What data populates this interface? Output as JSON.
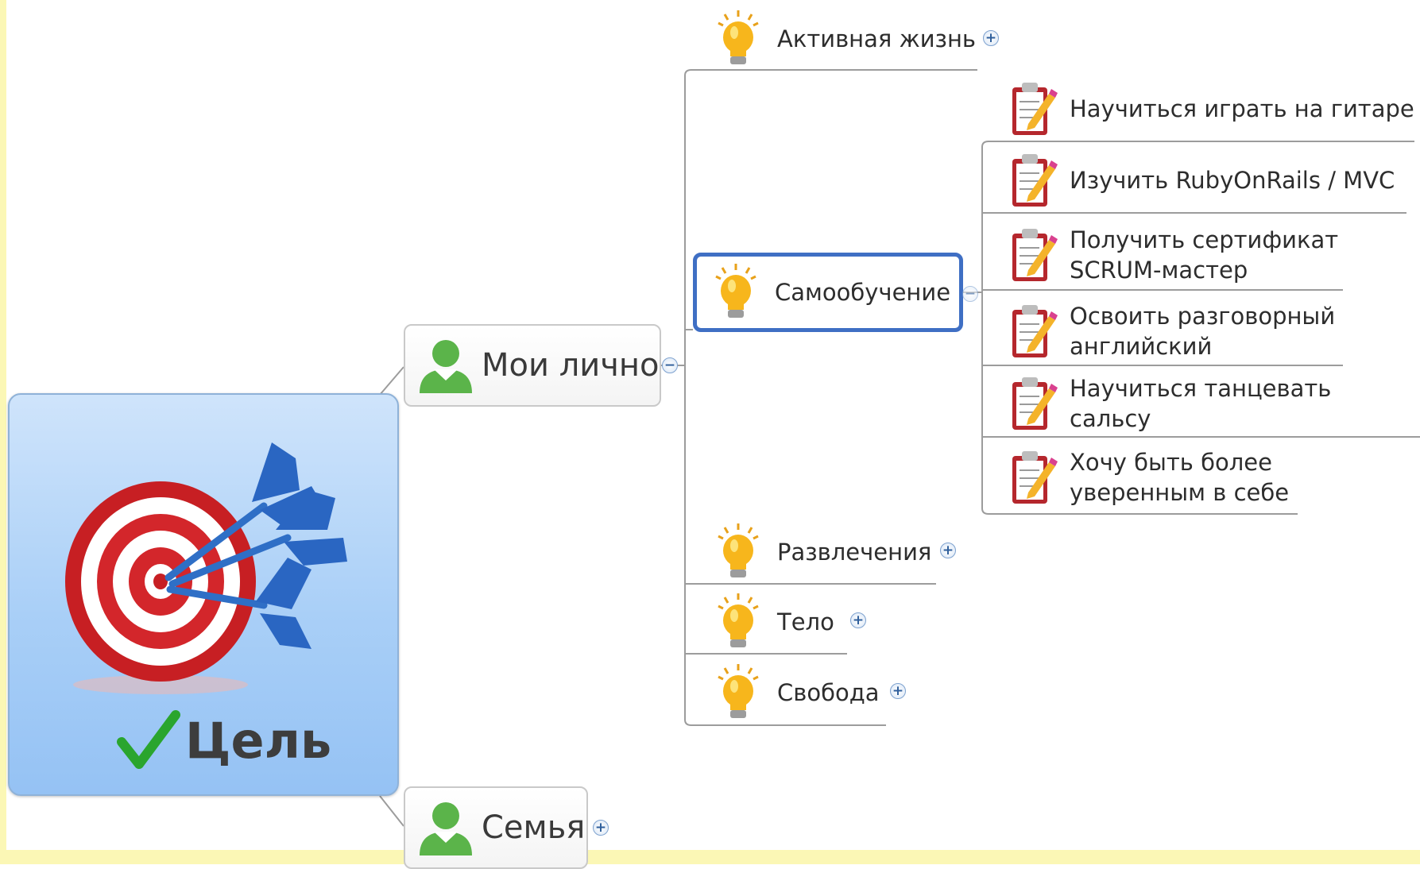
{
  "central": {
    "label": "Цель"
  },
  "branches": {
    "personal": {
      "label": "Мои лично",
      "toggle": "−"
    },
    "family": {
      "label": "Семья",
      "toggle": "+"
    }
  },
  "personal_children": {
    "active_life": {
      "label": "Активная жизнь",
      "toggle": "+"
    },
    "self_learning": {
      "label": "Самообучение",
      "toggle": "−"
    },
    "entertainment": {
      "label": "Развлечения",
      "toggle": "+"
    },
    "body": {
      "label": "Тело",
      "toggle": "+"
    },
    "freedom": {
      "label": "Свобода",
      "toggle": "+"
    }
  },
  "self_learning_tasks": [
    {
      "line1": "Научиться играть на гитаре",
      "line2": ""
    },
    {
      "line1": "Изучить RubyOnRails / MVC",
      "line2": ""
    },
    {
      "line1": "Получить сертификат",
      "line2": "SCRUM-мастер"
    },
    {
      "line1": "Освоить разговорный",
      "line2": "английский"
    },
    {
      "line1": "Научиться танцевать сальсу",
      "line2": ""
    },
    {
      "line1": "Хочу быть более",
      "line2": "уверенным в себе"
    }
  ],
  "colors": {
    "selection_border": "#3f6fc4",
    "connector": "#9a9a9a",
    "central_fill": "#a9cff7",
    "yellow_margin": "#fbf7b5"
  }
}
